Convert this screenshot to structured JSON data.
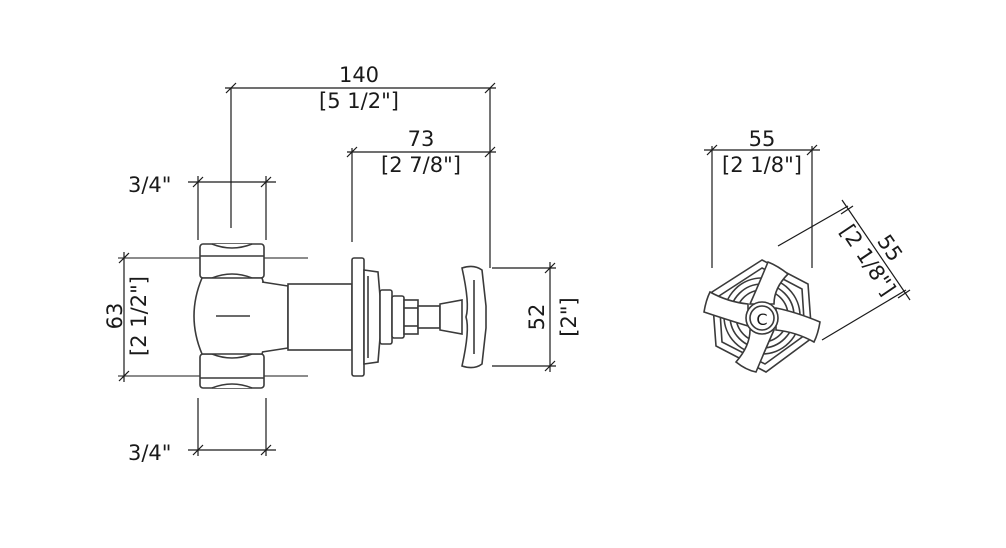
{
  "dimensions": {
    "overall_length": {
      "mm": "140",
      "in": "[5 1/2\"]"
    },
    "handle_depth": {
      "mm": "73",
      "in": "[2 7/8\"]"
    },
    "thread_top": {
      "label": "3/4\""
    },
    "thread_bottom": {
      "label": "3/4\""
    },
    "flange_height": {
      "mm": "63",
      "in": "[2 1/2\"]"
    },
    "handle_height": {
      "mm": "52",
      "in": "[2\"]"
    },
    "front_width": {
      "mm": "55",
      "in": "[2 1/8\"]"
    },
    "front_diag": {
      "mm": "55",
      "in": "[2 1/8\"]"
    }
  },
  "handle_cap_letter": "C",
  "colors": {
    "line": "#1a1a1a",
    "part": "#3a3a3a",
    "background": "#ffffff"
  }
}
